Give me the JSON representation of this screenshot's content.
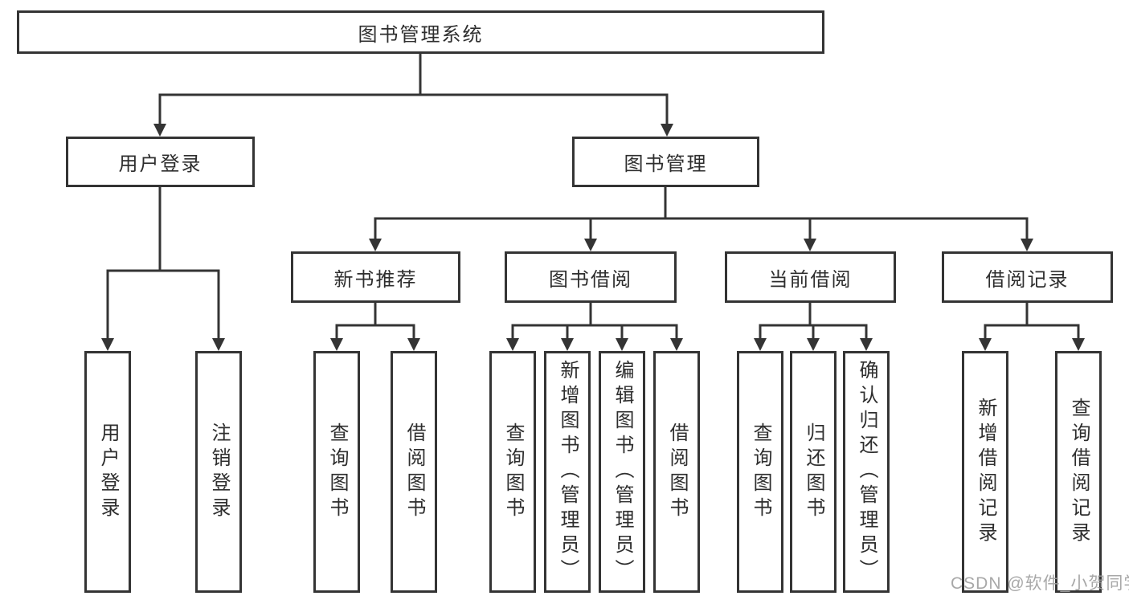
{
  "diagram_title": "图书管理系统",
  "root": {
    "label": "图书管理系统"
  },
  "level2": [
    {
      "label": "用户登录",
      "children": [
        "用户登录",
        "注销登录"
      ]
    },
    {
      "label": "图书管理"
    }
  ],
  "level3": [
    {
      "label": "新书推荐",
      "children": [
        "查询图书",
        "借阅图书"
      ]
    },
    {
      "label": "图书借阅",
      "children": [
        "查询图书",
        "新增图书（管理员）",
        "编辑图书（管理员）",
        "借阅图书"
      ]
    },
    {
      "label": "当前借阅",
      "children": [
        "查询图书",
        "归还图书",
        "确认归还（管理员）"
      ]
    },
    {
      "label": "借阅记录",
      "children": [
        "新增借阅记录",
        "查询借阅记录"
      ]
    }
  ],
  "watermark": {
    "text": "CSDN @软件_小贺同学"
  },
  "colors": {
    "line": "#343434",
    "text": "#2e2e2e",
    "background": "#ffffff",
    "watermark": "#9e9e9e"
  }
}
